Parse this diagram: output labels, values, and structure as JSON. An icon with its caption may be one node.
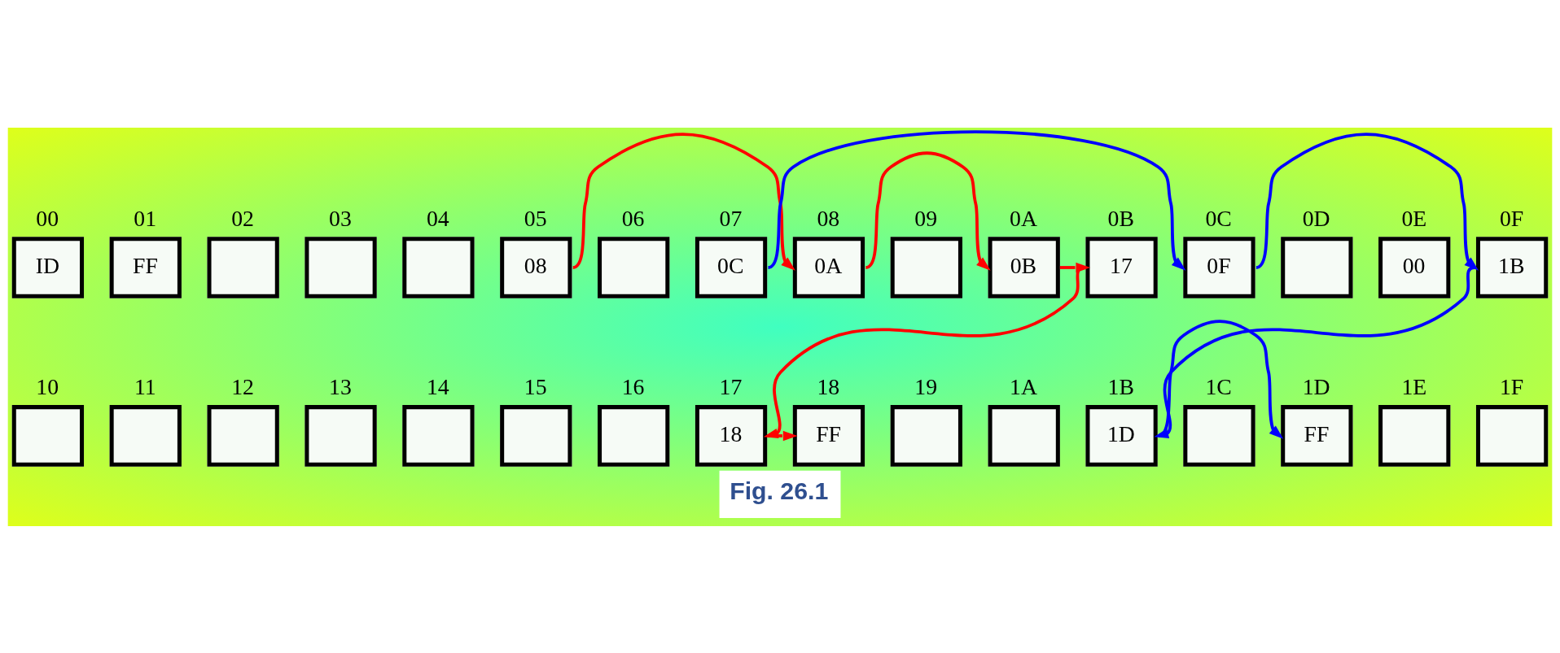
{
  "diagram": {
    "caption": "Fig. 26.1",
    "nodes": [
      {
        "text": [
          "ID"
        ],
        "beside": [
          "00"
        ]
      },
      {
        "text": [
          "FF"
        ],
        "beside": [
          "01"
        ]
      },
      {
        "text": [],
        "shape": "box",
        "beside": [
          "02"
        ]
      },
      {
        "text": [],
        "shape": "box",
        "beside": [
          "03"
        ]
      },
      {
        "text": [],
        "shape": "box",
        "beside": [
          "04"
        ]
      },
      {
        "text": [
          "08"
        ],
        "beside": [
          "05"
        ]
      },
      {
        "text": [],
        "shape": "box",
        "beside": [
          "06"
        ]
      },
      {
        "text": [
          "0C"
        ],
        "beside": [
          "07"
        ]
      },
      {
        "text": [
          "0A"
        ],
        "beside": [
          "08"
        ]
      },
      {
        "text": [],
        "shape": "box",
        "beside": [
          "09"
        ]
      },
      {
        "text": [
          "0B"
        ],
        "beside": [
          "0A"
        ]
      },
      {
        "text": [
          "17"
        ],
        "beside": [
          "0B"
        ]
      },
      {
        "text": [
          "0F"
        ],
        "beside": [
          "0C"
        ]
      },
      {
        "text": [],
        "shape": "box",
        "beside": [
          "0D"
        ]
      },
      {
        "text": [
          "00"
        ],
        "beside": [
          "0E"
        ]
      },
      {
        "text": [
          "1B"
        ],
        "beside": [
          "0F"
        ]
      },
      {
        "text": [],
        "shape": "box",
        "beside": [
          "10"
        ]
      },
      {
        "text": [],
        "shape": "box",
        "beside": [
          "11"
        ]
      },
      {
        "text": [],
        "shape": "box",
        "beside": [
          "12"
        ]
      },
      {
        "text": [],
        "shape": "box",
        "beside": [
          "13"
        ]
      },
      {
        "text": [],
        "shape": "box",
        "beside": [
          "14"
        ]
      },
      {
        "text": [],
        "shape": "box",
        "beside": [
          "15"
        ]
      },
      {
        "text": [],
        "shape": "box",
        "beside": [
          "16"
        ]
      },
      {
        "text": [
          "18"
        ],
        "beside": [
          "17"
        ]
      },
      {
        "text": [
          "FF"
        ],
        "beside": [
          "18"
        ]
      },
      {
        "text": [],
        "shape": "box",
        "beside": [
          "19"
        ]
      },
      {
        "text": [],
        "shape": "box",
        "beside": [
          "1A"
        ]
      },
      {
        "text": [
          "1D"
        ],
        "beside": [
          "1B"
        ]
      },
      {
        "text": [],
        "shape": "box",
        "beside": [
          "1C"
        ]
      },
      {
        "text": [
          "FF"
        ],
        "beside": [
          "1D"
        ]
      },
      {
        "text": [],
        "shape": "box",
        "beside": [
          "1E"
        ]
      },
      {
        "text": [],
        "shape": "box",
        "beside": [
          "1F"
        ]
      }
    ],
    "edges": [
      {
        "from": 5,
        "to": 8,
        "arrow": "to",
        "color": "#ff0000"
      },
      {
        "from": 8,
        "to": 10,
        "arrow": "to",
        "color": "#ff0000"
      },
      {
        "from": 10,
        "to": 11,
        "arrow": "to",
        "color": "#ff0000"
      },
      {
        "from": 11,
        "to": 23,
        "arrow": "to",
        "color": "#ff0000"
      },
      {
        "from": 23,
        "to": 24,
        "arrow": "to",
        "color": "#ff0000"
      },
      {
        "from": 7,
        "to": 12,
        "arrow": "to",
        "color": "#0000ff"
      },
      {
        "from": 12,
        "to": 15,
        "arrow": "to",
        "color": "#0000ff"
      },
      {
        "from": 15,
        "to": 27,
        "arrow": "to",
        "color": "#0000ff"
      },
      {
        "from": 27,
        "to": 29,
        "arrow": "to",
        "color": "#0000ff"
      }
    ]
  }
}
